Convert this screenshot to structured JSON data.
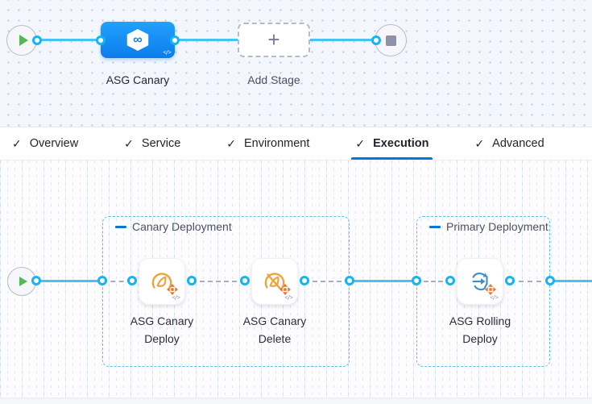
{
  "top_pipeline": {
    "stage": {
      "label": "ASG Canary",
      "icon_glyph": "∞",
      "code_glyph": "</>"
    },
    "add_stage": {
      "label": "Add Stage",
      "plus_glyph": "+"
    }
  },
  "tabs": {
    "check_glyph": "✓",
    "items": [
      {
        "label": "Overview",
        "active": false
      },
      {
        "label": "Service",
        "active": false
      },
      {
        "label": "Environment",
        "active": false
      },
      {
        "label": "Execution",
        "active": true
      },
      {
        "label": "Advanced",
        "active": false
      }
    ]
  },
  "execution": {
    "code_glyph": "</>",
    "groups": [
      {
        "title": "Canary Deployment",
        "steps": [
          {
            "name": "ASG Canary Deploy",
            "icon": "asg-canary-deploy-icon"
          },
          {
            "name": "ASG Canary Delete",
            "icon": "asg-canary-delete-icon"
          }
        ]
      },
      {
        "title": "Primary Deployment",
        "steps": [
          {
            "name": "ASG Rolling Deploy",
            "icon": "asg-rolling-deploy-icon"
          }
        ]
      }
    ]
  },
  "colors": {
    "connector_cyan": "#45c3f3",
    "dot_border": "#16b4f2",
    "accent_blue": "#0a76d6",
    "stage_blue_top": "#23a0fd",
    "stage_blue_bottom": "#0b7deb",
    "group_border": "#58bff1",
    "step_orange": "#f0a23a",
    "step_orange_deep": "#ef7326",
    "step_blue": "#3f8fd0",
    "play_green": "#55b75a",
    "stop_gray": "#8f91a8"
  }
}
